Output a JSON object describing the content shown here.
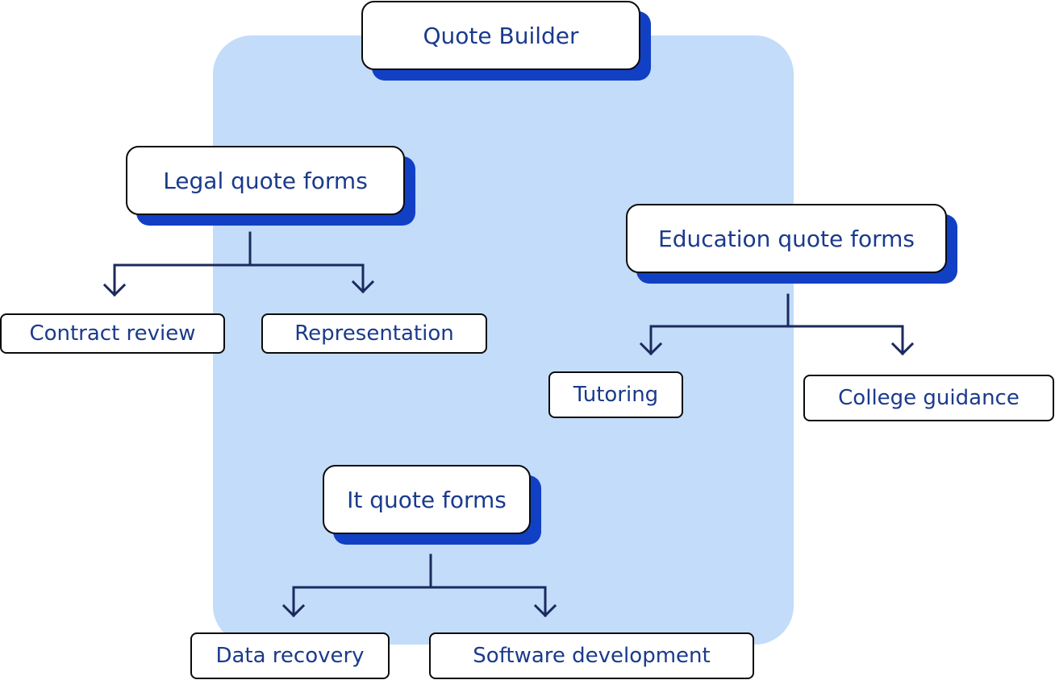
{
  "colors": {
    "panel": "#c2dcfa",
    "shadow": "#1240c4",
    "text": "#1a3a8c",
    "connector": "#1b2a5e",
    "border": "#0b0b0b"
  },
  "root": {
    "label": "Quote Builder"
  },
  "legal": {
    "label": "Legal quote forms",
    "children": [
      "Contract review",
      "Representation"
    ]
  },
  "education": {
    "label": "Education quote forms",
    "children": [
      "Tutoring",
      "College guidance"
    ]
  },
  "it": {
    "label": "It quote forms",
    "children": [
      "Data recovery",
      "Software development"
    ]
  }
}
